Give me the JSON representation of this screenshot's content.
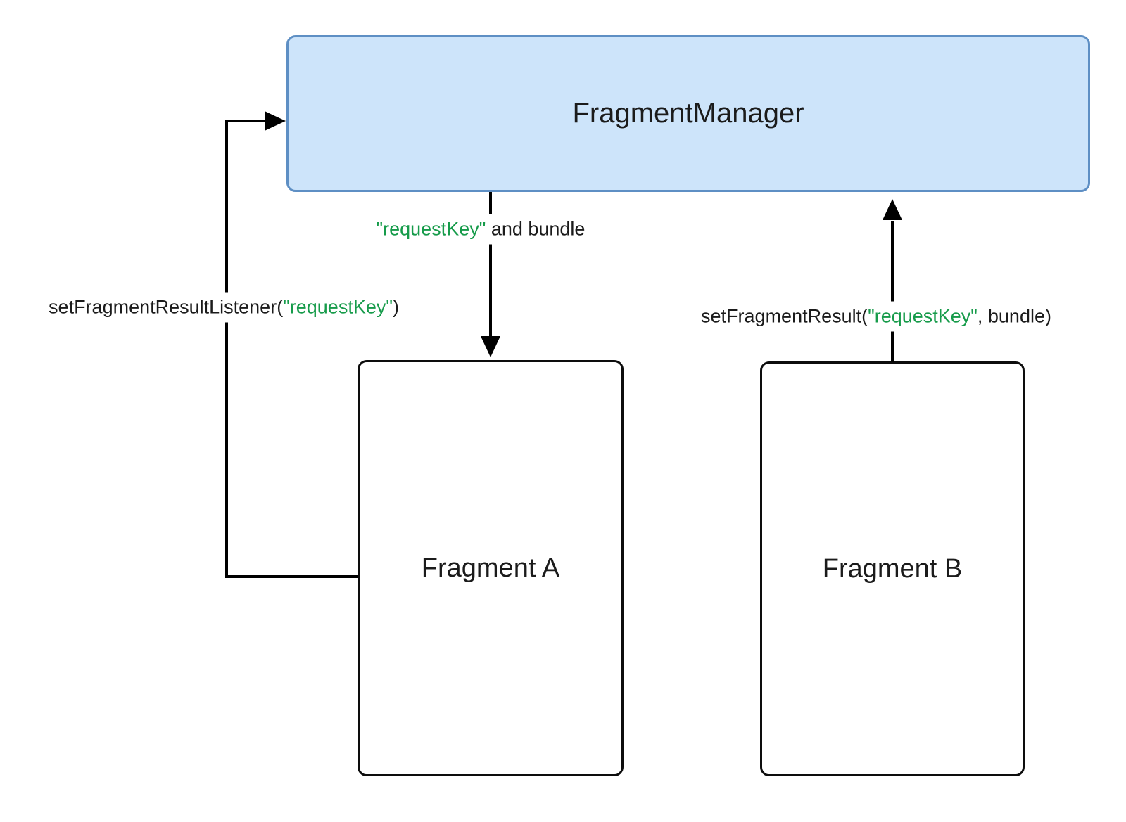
{
  "diagram": {
    "nodes": {
      "fragment_manager": {
        "label": "FragmentManager"
      },
      "fragment_a": {
        "label": "Fragment A"
      },
      "fragment_b": {
        "label": "Fragment B"
      }
    },
    "edges": {
      "manager_to_fragment_a": {
        "key": "\"requestKey\"",
        "rest": " and bundle",
        "style": "solid-down-arrow"
      },
      "fragment_a_to_manager": {
        "pre": "setFragmentResultListener(",
        "key": "\"requestKey\"",
        "post": ")",
        "style": "elbow-right-arrow"
      },
      "fragment_b_to_manager": {
        "pre": "setFragmentResult(",
        "key": "\"requestKey\"",
        "post": ", bundle)",
        "style": "solid-up-arrow"
      }
    },
    "colors": {
      "manager_fill": "#CDE4FA",
      "manager_border": "#5E8FC4",
      "fragment_border": "#0d0d0d",
      "key_text_green": "#169B4A",
      "line_and_text": "#000000",
      "background": "#ffffff"
    }
  }
}
